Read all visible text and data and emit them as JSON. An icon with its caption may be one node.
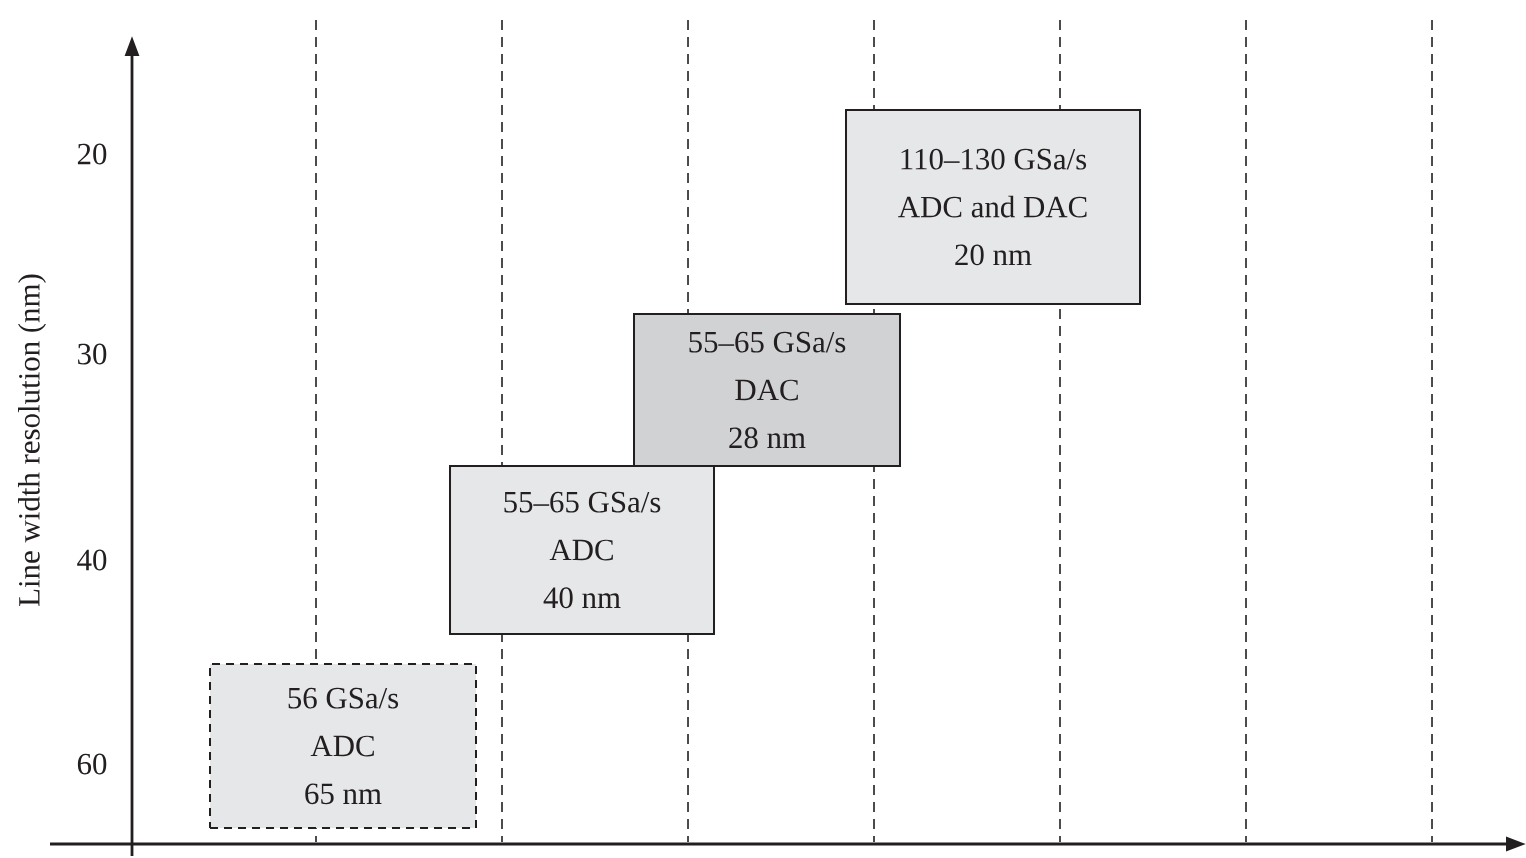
{
  "diagram": {
    "nodes": [
      {
        "text": [
          "56 GSa/s",
          "ADC",
          "65 nm"
        ]
      },
      {
        "text": [
          "55–65 GSa/s",
          "ADC",
          "40 nm"
        ]
      },
      {
        "text": [
          "55–65 GSa/s",
          "DAC",
          "28 nm"
        ]
      },
      {
        "text": [
          "110–130 GSa/s",
          "ADC and DAC",
          "20 nm"
        ]
      }
    ],
    "labels": [
      "Line width resolution (nm)",
      "20",
      "30",
      "40",
      "60"
    ]
  }
}
